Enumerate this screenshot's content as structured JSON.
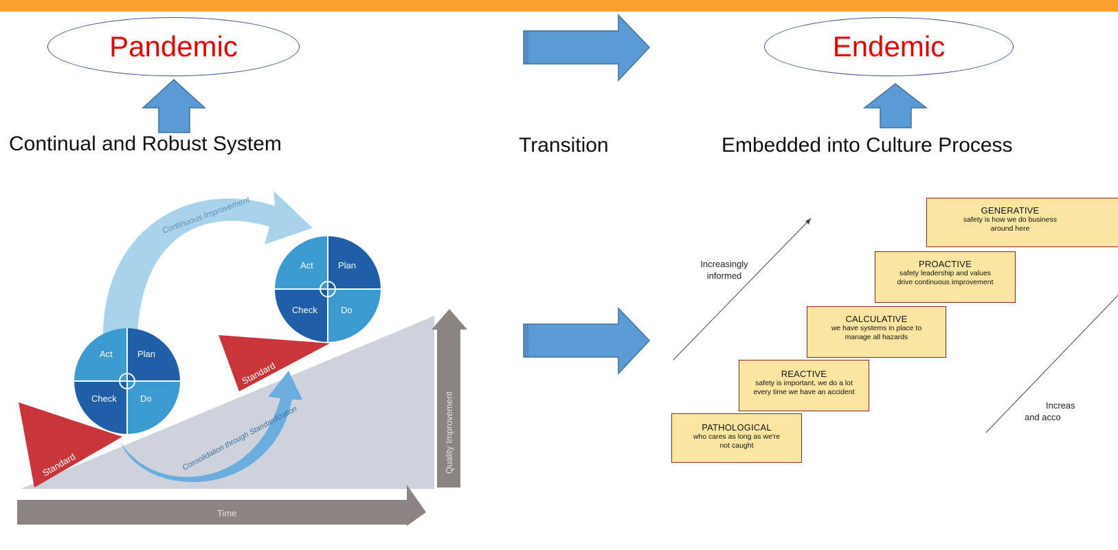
{
  "header_bar_color": "#f7a22f",
  "left_oval": {
    "label": "Pandemic",
    "color": "#ee0000"
  },
  "right_oval": {
    "label": "Endemic",
    "color": "#ee0000"
  },
  "captions": {
    "left": "Continual and Robust System",
    "middle": "Transition",
    "right": "Embedded into Culture Process"
  },
  "arrow_color": "#5b9bd5",
  "pdca": {
    "cycle1": {
      "act": "Act",
      "plan": "Plan",
      "check": "Check",
      "do": "Do"
    },
    "cycle2": {
      "act": "Act",
      "plan": "Plan",
      "check": "Check",
      "do": "Do"
    },
    "standard_left": "Standard",
    "standard_right": "Standard",
    "continuous_label": "Continuous Improvement",
    "consolidation_label": "Consolidation through Standardization",
    "quality_axis": "Quality Improvement",
    "time_axis": "Time"
  },
  "safety_culture": {
    "left_label": "Increasingly informed",
    "right_label_line1": "Increas",
    "right_label_line2": "and acco",
    "levels": [
      {
        "title": "PATHOLOGICAL",
        "desc1": "who cares as long as we're",
        "desc2": "not caught"
      },
      {
        "title": "REACTIVE",
        "desc1": "safety is important, we do a lot",
        "desc2": "every time we have an accident"
      },
      {
        "title": "CALCULATIVE",
        "desc1": "we have systems in place to",
        "desc2": "manage all hazards"
      },
      {
        "title": "PROACTIVE",
        "desc1": "safety leadership and values",
        "desc2": "drive continuous improvement"
      },
      {
        "title": "GENERATIVE",
        "desc1": "safety is how we do business",
        "desc2": "around here"
      }
    ]
  }
}
